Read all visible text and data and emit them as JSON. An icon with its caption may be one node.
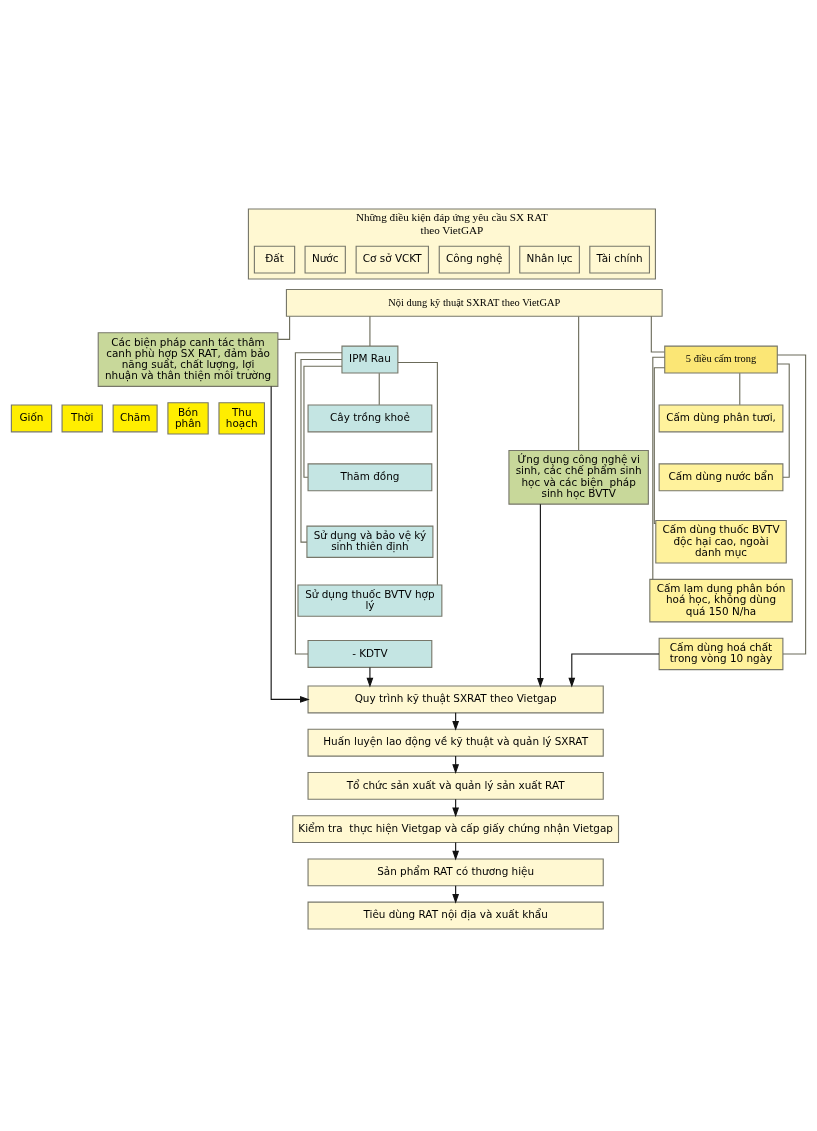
{
  "diagram": {
    "nodes": [
      {
        "text": [
          "Những điều kiện đáp ứng yêu cầu SX RAT theo VietGAP"
        ]
      },
      {
        "text": [
          "Đất"
        ],
        "in": 0
      },
      {
        "text": [
          "Nước"
        ],
        "in": 0
      },
      {
        "text": [
          "Cơ sở VCKT"
        ],
        "in": 0
      },
      {
        "text": [
          "Công nghệ"
        ],
        "in": 0
      },
      {
        "text": [
          "Nhân lực"
        ],
        "in": 0
      },
      {
        "text": [
          "Tài chính"
        ],
        "in": 0
      },
      {
        "text": [
          "Nội dung kỹ thuật SXRAT theo VietGAP"
        ]
      },
      {
        "text": [
          "Các biện pháp canh tác thâm canh phù hợp SX RAT, đảm bảo năng suất, chất lượng, lợi nhuận và thân thiện môi trường"
        ]
      },
      {
        "text": [
          "Giốn"
        ]
      },
      {
        "text": [
          "Thời"
        ]
      },
      {
        "text": [
          "Chăm"
        ]
      },
      {
        "text": [
          "Bón phân"
        ]
      },
      {
        "text": [
          "Thu hoạch"
        ]
      },
      {
        "text": [
          "IPM Rau"
        ]
      },
      {
        "text": [
          "Cây trồng khoẻ"
        ]
      },
      {
        "text": [
          "Thăm đồng"
        ]
      },
      {
        "text": [
          "Sử dụng và bảo vệ ký sinh thiên định"
        ]
      },
      {
        "text": [
          "Sử dụng thuốc BVTV hợp lý"
        ]
      },
      {
        "text": [
          "- KDTV"
        ]
      },
      {
        "text": [
          "Ứng dụng công nghệ vi sinh, các chế phẩm sinh học và các biện  pháp sinh học BVTV"
        ]
      },
      {
        "text": [
          "5 điều cấm trong"
        ]
      },
      {
        "text": [
          "Cấm dùng phân tươi,"
        ]
      },
      {
        "text": [
          "Cấm dùng nước bẩn"
        ]
      },
      {
        "text": [
          "Cấm dùng thuốc BVTV độc hại cao, ngoài danh mục"
        ]
      },
      {
        "text": [
          "Cấm lạm dụng phân bón hoá học, không dùng quá 150 N/ha"
        ]
      },
      {
        "text": [
          "Cấm dùng hoá chất trong vòng 10 ngày"
        ]
      },
      {
        "text": [
          "Quy trình kỹ thuật SXRAT theo Vietgap"
        ]
      },
      {
        "text": [
          "Huấn luyện lao động về kỹ thuật và quản lý SXRAT"
        ]
      },
      {
        "text": [
          "Tổ chức sản xuất và quản lý sản xuất RAT"
        ]
      },
      {
        "text": [
          "Kiểm tra  thực hiện Vietgap và cấp giấy chứng nhận Vietgap"
        ]
      },
      {
        "text": [
          "Sản phẩm RAT có thương hiệu"
        ]
      },
      {
        "text": [
          "Tiêu dùng RAT nội địa và xuất khẩu"
        ]
      }
    ],
    "edges": [
      {
        "from": 7,
        "to": 8,
        "arrow": "none"
      },
      {
        "from": 7,
        "to": 14,
        "arrow": "none"
      },
      {
        "from": 7,
        "to": 20,
        "arrow": "none"
      },
      {
        "from": 7,
        "to": 21,
        "arrow": "none"
      },
      {
        "from": 14,
        "to": 15,
        "arrow": "none"
      },
      {
        "from": 14,
        "to": 16,
        "arrow": "none"
      },
      {
        "from": 14,
        "to": 17,
        "arrow": "none"
      },
      {
        "from": 14,
        "to": 18,
        "arrow": "none"
      },
      {
        "from": 14,
        "to": 19,
        "arrow": "none"
      },
      {
        "from": 21,
        "to": 22,
        "arrow": "none"
      },
      {
        "from": 21,
        "to": 23,
        "arrow": "none"
      },
      {
        "from": 21,
        "to": 24,
        "arrow": "none"
      },
      {
        "from": 21,
        "to": 25,
        "arrow": "none"
      },
      {
        "from": 21,
        "to": 26,
        "arrow": "none"
      },
      {
        "from": 8,
        "to": 27,
        "arrow": "to"
      },
      {
        "from": 19,
        "to": 27,
        "arrow": "to"
      },
      {
        "from": 20,
        "to": 27,
        "arrow": "to"
      },
      {
        "from": 26,
        "to": 27,
        "arrow": "to"
      },
      {
        "from": 27,
        "to": 28,
        "arrow": "to"
      },
      {
        "from": 28,
        "to": 29,
        "arrow": "to"
      },
      {
        "from": 29,
        "to": 30,
        "arrow": "to"
      },
      {
        "from": 30,
        "to": 31,
        "arrow": "to"
      },
      {
        "from": 31,
        "to": 32,
        "arrow": "to"
      }
    ]
  }
}
